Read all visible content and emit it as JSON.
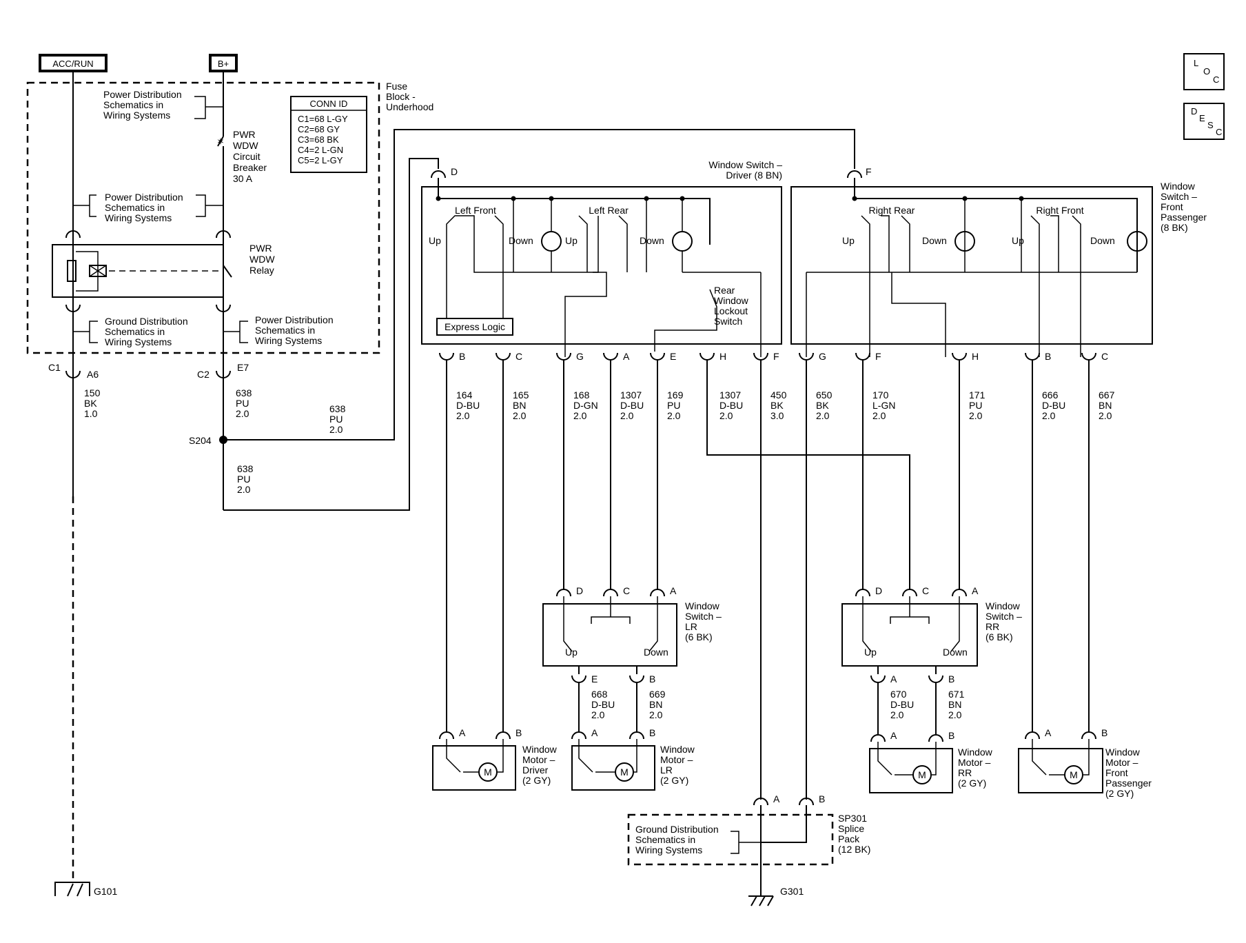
{
  "power_sources": {
    "acc_run": "ACC/RUN",
    "bplus": "B+"
  },
  "fuse_block": {
    "label_lines": [
      "Fuse",
      "Block -",
      "Underhood"
    ],
    "pd_ref_top": [
      "Power Distribution",
      "Schematics in",
      "Wiring Systems"
    ],
    "pd_ref_mid": [
      "Power Distribution",
      "Schematics in",
      "Wiring Systems"
    ],
    "gd_ref": [
      "Ground Distribution",
      "Schematics in",
      "Wiring Systems"
    ],
    "pd_ref_bottom": [
      "Power Distribution",
      "Schematics in",
      "Wiring Systems"
    ],
    "breaker": [
      "PWR",
      "WDW",
      "Circuit",
      "Breaker",
      "30 A"
    ],
    "relay": [
      "PWR",
      "WDW",
      "Relay"
    ],
    "conn_id": {
      "title": "CONN ID",
      "rows": [
        "C1=68 L-GY",
        "C2=68 GY",
        "C3=68 BK",
        "C4=2 L-GN",
        "C5=2 L-GY"
      ]
    }
  },
  "connectors": {
    "c1": "C1",
    "a6": "A6",
    "c2": "C2",
    "e7": "E7",
    "s204": "S204"
  },
  "wires_left": {
    "w150": [
      "150",
      "BK",
      "1.0"
    ],
    "w638a": [
      "638",
      "PU",
      "2.0"
    ],
    "w638b": [
      "638",
      "PU",
      "2.0"
    ],
    "w638c": [
      "638",
      "PU",
      "2.0"
    ]
  },
  "driver_switch": {
    "title_lines": [
      "Window Switch –",
      "Driver (8 BN)"
    ],
    "conn_d": "D",
    "left_front": "Left Front",
    "left_rear": "Left Rear",
    "up": "Up",
    "down": "Down",
    "express_logic": "Express Logic",
    "lockout": [
      "Rear",
      "Window",
      "Lockout",
      "Switch"
    ],
    "pins": [
      "B",
      "C",
      "G",
      "A",
      "E",
      "H",
      "F"
    ]
  },
  "passenger_switch": {
    "title_lines": [
      "Window",
      "Switch –",
      "Front",
      "Passenger",
      "(8 BK)"
    ],
    "conn_f": "F",
    "right_rear": "Right Rear",
    "right_front": "Right Front",
    "up": "Up",
    "down": "Down",
    "pins": [
      "G",
      "F",
      "H",
      "B",
      "C"
    ]
  },
  "wires_mid": [
    [
      "164",
      "D-BU",
      "2.0"
    ],
    [
      "165",
      "BN",
      "2.0"
    ],
    [
      "168",
      "D-GN",
      "2.0"
    ],
    [
      "1307",
      "D-BU",
      "2.0"
    ],
    [
      "169",
      "PU",
      "2.0"
    ],
    [
      "1307",
      "D-BU",
      "2.0"
    ],
    [
      "450",
      "BK",
      "3.0"
    ],
    [
      "650",
      "BK",
      "2.0"
    ],
    [
      "170",
      "L-GN",
      "2.0"
    ],
    [
      "171",
      "PU",
      "2.0"
    ],
    [
      "666",
      "D-BU",
      "2.0"
    ],
    [
      "667",
      "BN",
      "2.0"
    ]
  ],
  "lr_switch": {
    "title": [
      "Window",
      "Switch –",
      "LR",
      "(6 BK)"
    ],
    "pins_top": [
      "D",
      "C",
      "A"
    ],
    "pins_bottom": [
      "E",
      "B"
    ],
    "up": "Up",
    "down": "Down"
  },
  "rr_switch": {
    "title": [
      "Window",
      "Switch –",
      "RR",
      "(6 BK)"
    ],
    "pins_top": [
      "D",
      "C",
      "A"
    ],
    "pins_bottom": [
      "A",
      "B"
    ],
    "up": "Up",
    "down": "Down"
  },
  "wires_low": {
    "w668": [
      "668",
      "D-BU",
      "2.0"
    ],
    "w669": [
      "669",
      "BN",
      "2.0"
    ],
    "w670": [
      "670",
      "D-BU",
      "2.0"
    ],
    "w671": [
      "671",
      "BN",
      "2.0"
    ]
  },
  "motors": {
    "driver": [
      "Window",
      "Motor –",
      "Driver",
      "(2 GY)"
    ],
    "lr": [
      "Window",
      "Motor –",
      "LR",
      "(2 GY)"
    ],
    "rr": [
      "Window",
      "Motor –",
      "RR",
      "(2 GY)"
    ],
    "fp": [
      "Window",
      "Motor –",
      "Front",
      "Passenger",
      "(2 GY)"
    ],
    "pin_a": "A",
    "pin_b": "B",
    "m": "M"
  },
  "splice": {
    "title": [
      "SP301",
      "Splice",
      "Pack",
      "(12 BK)"
    ],
    "gd_ref": [
      "Ground Distribution",
      "Schematics in",
      "Wiring Systems"
    ],
    "pin_a": "A",
    "pin_b": "B"
  },
  "grounds": {
    "g101": "G101",
    "g301": "G301"
  },
  "nav": {
    "loc": [
      "L",
      "O",
      "C"
    ],
    "desc": [
      "D",
      "E",
      "S",
      "C"
    ]
  }
}
